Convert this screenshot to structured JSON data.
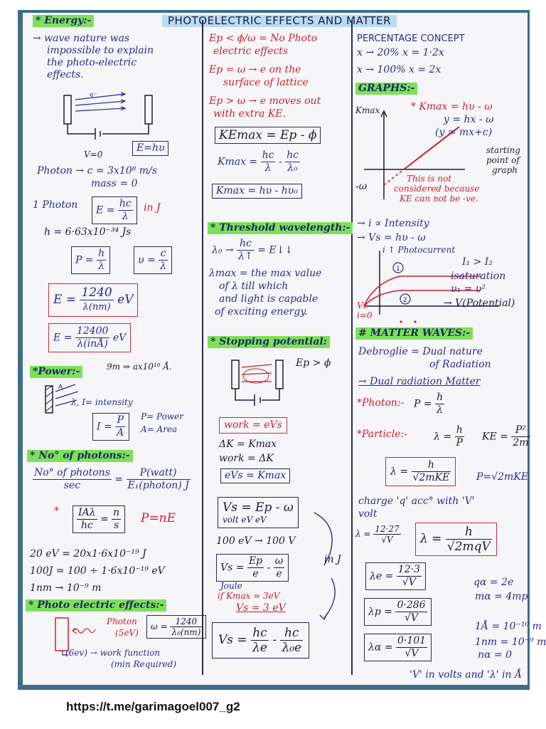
{
  "title": "PHOTOELECTRIC EFFECTS AND MATTER",
  "footer_url": "https://t.me/garimagoel007_g2",
  "col1": {
    "energy_heading": "* Energy:-",
    "energy_note": [
      "→ wave nature was",
      "impossible to explain",
      "the photo-electric",
      "effects."
    ],
    "diagram_labels": {
      "v0": "V=0",
      "ehv": "E=hυ"
    },
    "photon_line": "Photon → c = 3x10⁸ m/s",
    "mass_line": "mass = 0",
    "one_photon": "1 Photon",
    "e_hc_num": "hc",
    "e_hc_den": "λ",
    "e_hc_lhs": "E =",
    "in_j": "in J",
    "h_value": "h = 6·63x10⁻³⁴ Js",
    "p_h_lhs": "P =",
    "p_h_num": "h",
    "p_h_den": "λ",
    "v_c_lhs": "υ =",
    "v_c_num": "c",
    "v_c_den": "λ",
    "e1240_lhs": "E =",
    "e1240_num": "1240",
    "e1240_den": "λ(nm)",
    "e1240_unit": "eV",
    "e12400_lhs": "E =",
    "e12400_num": "12400",
    "e12400_den": "λ(inÅ)",
    "e12400_unit": "eV",
    "nm_note": "9m ⇒ ax10¹⁰ Å.",
    "power_heading": "*Power:-",
    "intensity_label": "λ, I= intensity",
    "i_lhs": "I =",
    "i_num": "P",
    "i_den": "A",
    "p_power": "P= Power",
    "a_area": "A= Area",
    "photons_heading": "* No° of photons:-",
    "photons_num_l": "No° of photons",
    "photons_den_l": "sec",
    "photons_num_r": "P(watt)",
    "photons_den_r": "E₁(photon) J",
    "ia_num": "IAλ",
    "ia_den": "hc",
    "ia_eq": "=",
    "n_num": "n",
    "n_den": "s",
    "p_ne": "P=nE",
    "ev_to_j": "20 eV = 20x1·6x10⁻¹⁹ J",
    "j_to_ev": "100J = 100 ÷ 1·6x10⁻¹⁹ eV",
    "nm_to_m": "1nm → 10⁻⁹ m",
    "pe_heading": "* Photo electric effects:-",
    "pe_photon": "Photon",
    "pe_5ev": "(5eV)",
    "pe_w_lhs": "ω =",
    "pe_w_num": "1240",
    "pe_w_den": "λ₀(nm)",
    "pe_6ev": "(6ev) → work function",
    "pe_min": "(min Required)"
  },
  "col2": {
    "ep_lt": "Ep < ϕ/ω = No Photo",
    "ep_lt2": "electric effects",
    "ep_eq": "Ep = ω → e on the",
    "ep_eq2": "surface of lattice",
    "ep_gt": "Ep > ω → e moves out",
    "ep_gt2": "with extra KE.",
    "kemax_box": "KEmax = Ep - ϕ",
    "kmax_lhs": "Kmax =",
    "kmax_n1": "hc",
    "kmax_d1": "λ",
    "kmax_n2": "hc",
    "kmax_d2": "λ₀",
    "kmax_hv": "Kmax = hυ - hυ₀",
    "threshold_heading": "* Threshold wavelength:-",
    "thr_line": "λ₀ →",
    "thr_num": "hc",
    "thr_den": "λ↑",
    "thr_eq": "= E↓↓",
    "lmax_note": [
      "λmax = the max value",
      "of λ till which",
      "and light is capable",
      "of exciting energy."
    ],
    "stopping_heading": "* Stopping potential:",
    "ep_gt_phi": "Ep > ϕ",
    "work_box": "work = eVs",
    "dk": "ΔK = Kmax",
    "work_dk": "work = ΔK",
    "evs_box": "eVs = Kmax",
    "vs_box_l1": "Vs = Ep - ω",
    "vs_box_l2": "volt   eV   eV",
    "ev_100": "100 eV → 100 V",
    "vs2_lhs": "Vs =",
    "vs2_n1": "Ep",
    "vs2_d1": "e",
    "vs2_n2": "ω",
    "vs2_d2": "e",
    "vs2_joule": "Joule",
    "in_j": "in J",
    "kmax_3ev": "if Kmax = 3eV",
    "vs_3v": "Vs = 3 eV",
    "vs_final_lhs": "Vs =",
    "vs_final_n1": "hc",
    "vs_final_d1": "λe",
    "vs_final_n2": "hc",
    "vs_final_d2": "λ₀e"
  },
  "col3": {
    "pct_heading": "PERCENTAGE CONCEPT",
    "pct1": "x → 20% x = 1·2x",
    "pct2": "x → 100% x = 2x",
    "graphs_heading": "GRAPHS:-",
    "g_kmax": "Kmax",
    "g_eq1": "* Kmax = hυ - ω",
    "g_eq2": "y = hx - ω",
    "g_eq3": "(y = mx+c)",
    "g_start": [
      "starting",
      "point of",
      "graph"
    ],
    "g_minus_w": "-ω",
    "g_not": [
      "This is not",
      "considered because",
      "KE can not be -ve."
    ],
    "i_prop": "→ i ∝ Intensity",
    "vs_hv": "→ Vs = hυ - ω",
    "photocurrent": "i ↑ Photocurrent",
    "i1i2": "I₁ > I₂",
    "isat": "isaturation",
    "v1v2": "υ₁ = υ²",
    "v_pot": "→ V(Potential)",
    "vs_i0": [
      "Vs",
      "i=0"
    ],
    "matter_heading": "# MATTER WAVES:-",
    "debroglie": "Debroglie = Dual nature",
    "of_rad": "of Radiation",
    "dual": "→ Dual radiation Matter",
    "photon_lbl": "*Photon:-",
    "photon_p": "P =",
    "photon_num": "h",
    "photon_den": "λ",
    "particle_lbl": "*Particle:-",
    "part_l": "λ =",
    "part_num": "h",
    "part_den": "P",
    "ke_lhs": "KE =",
    "ke_num": "P²",
    "ke_den": "2m",
    "lam_box_lhs": "λ =",
    "lam_box_num": "h",
    "lam_box_den": "√2mKE",
    "p_root": "P=√2mKE",
    "charge_line": "charge 'q' acc° with 'V'",
    "volt": "volt",
    "lam_1227_lhs": "λ =",
    "lam_1227_num": "12·27",
    "lam_1227_den": "√V",
    "lam_qv_lhs": "λ =",
    "lam_qv_num": "h",
    "lam_qv_den": "√2mqV",
    "le_lhs": "λe =",
    "le_num": "12·3",
    "le_den": "√V",
    "alpha": "qα = 2e",
    "mass_a": "mα = 4mp",
    "lp_lhs": "λp =",
    "lp_num": "0·286",
    "lp_den": "√V",
    "one_a": "1Å = 10⁻¹⁰ m",
    "la_lhs": "λα =",
    "la_num": "0·101",
    "la_den": "√V",
    "one_nm": "1nm = 10⁻⁹ m",
    "n0": "nα = 0",
    "v_note": "'V' in volts and 'λ' in Å"
  }
}
